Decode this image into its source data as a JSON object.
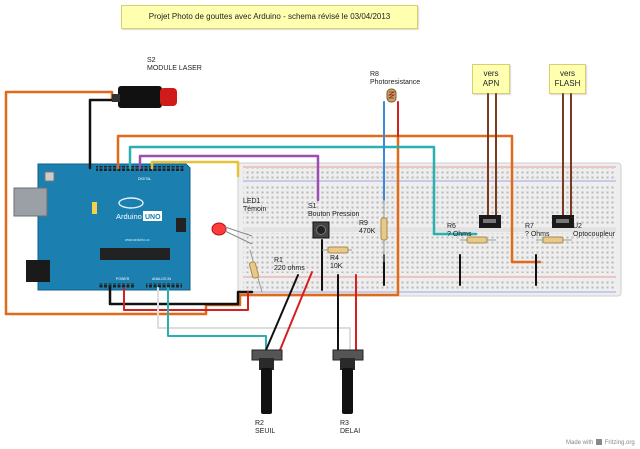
{
  "title_note": "Projet Photo de gouttes avec Arduino - schema révisé le 03/04/2013",
  "notes": {
    "apn": {
      "line1": "vers",
      "line2": "APN"
    },
    "flash": {
      "line1": "vers",
      "line2": "FLASH"
    }
  },
  "components": {
    "s2": {
      "ref": "S2",
      "name": "MODULE LASER"
    },
    "r8": {
      "ref": "R8",
      "name": "Photoresistance"
    },
    "led1": {
      "ref": "LED1",
      "name": "Témoin"
    },
    "s1": {
      "ref": "S1",
      "name": "Bouton Pression"
    },
    "r9": {
      "ref": "R9",
      "value": "470K"
    },
    "r1": {
      "ref": "R1",
      "value": "220 ohms"
    },
    "r4": {
      "ref": "R4",
      "value": "10K"
    },
    "r6": {
      "ref": "R6",
      "value": "? Ohms"
    },
    "r7": {
      "ref": "R7",
      "value": "? Ohms"
    },
    "u2": {
      "ref": "U2",
      "name": "Optocoupleur"
    },
    "r2": {
      "ref": "R2",
      "name": "SEUIL"
    },
    "r3": {
      "ref": "R3",
      "name": "DELAI"
    }
  },
  "arduino": {
    "brand": "Arduino",
    "model": "UNO",
    "site": "www.arduino.cc",
    "digital": "DIGITAL",
    "power": "POWER",
    "analog": "ANALOG IN"
  },
  "watermark": {
    "prefix": "Made with",
    "brand": "Fritzing.org"
  },
  "colors": {
    "board": "#1b7fb0",
    "breadboard": "#eeeeee",
    "wire_orange": "#e06a1a",
    "wire_teal": "#2ab0b0",
    "wire_purple": "#9b4fb0",
    "wire_yellow": "#e6c23a",
    "wire_red": "#d42020",
    "wire_black": "#111111",
    "wire_brown": "#7a3b1e",
    "wire_blue": "#3a8ad8",
    "note_bg": "#ffffb0"
  }
}
